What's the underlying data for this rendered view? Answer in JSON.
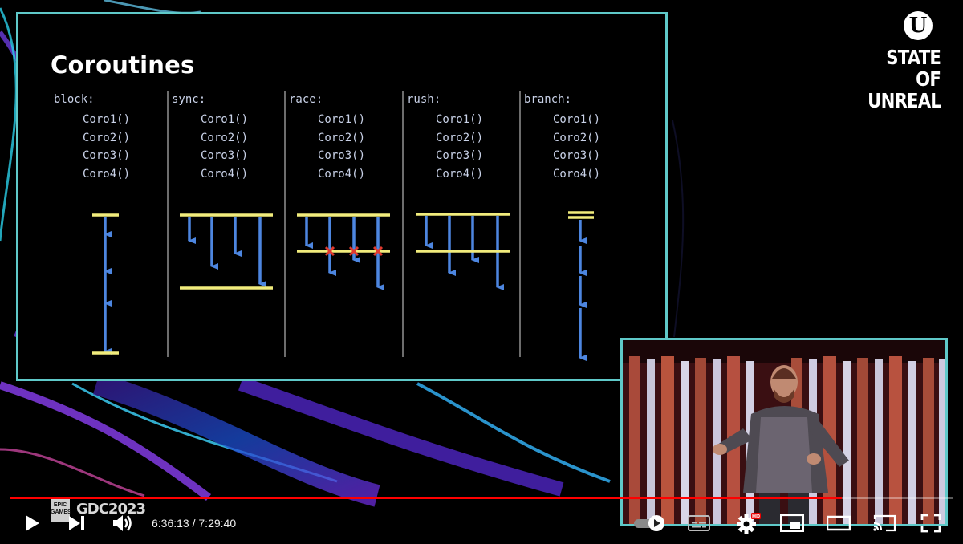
{
  "slide": {
    "title": "Coroutines",
    "columns": [
      {
        "label": "block:",
        "items": [
          "Coro1()",
          "Coro2()",
          "Coro3()",
          "Coro4()"
        ]
      },
      {
        "label": "sync:",
        "items": [
          "Coro1()",
          "Coro2()",
          "Coro3()",
          "Coro4()"
        ]
      },
      {
        "label": "race:",
        "items": [
          "Coro1()",
          "Coro2()",
          "Coro3()",
          "Coro4()"
        ]
      },
      {
        "label": "rush:",
        "items": [
          "Coro1()",
          "Coro2()",
          "Coro3()",
          "Coro4()"
        ]
      },
      {
        "label": "branch:",
        "items": [
          "Coro1()",
          "Coro2()",
          "Coro3()",
          "Coro4()"
        ]
      }
    ]
  },
  "branding": {
    "logo_line1": "STATE OF",
    "logo_line2": "UNREAL",
    "event_logo": "GDC2023",
    "epic_logo": "EPIC GAMES"
  },
  "player": {
    "current_time": "6:36:13",
    "duration": "7:29:40",
    "time_separator": " / ",
    "progress_fraction": 0.882,
    "hd_badge": "HD",
    "icons": [
      "play-icon",
      "next-icon",
      "volume-icon",
      "autoplay-toggle-icon",
      "subtitles-icon",
      "settings-icon",
      "miniplayer-icon",
      "theater-mode-icon",
      "cast-icon",
      "fullscreen-icon"
    ]
  },
  "colors": {
    "slide_border": "#5fc9c9",
    "sync_bar": "#f1ec7c",
    "arrow": "#4d86e0",
    "cancel_mark": "#e03a2f",
    "progress": "#ff0000"
  }
}
